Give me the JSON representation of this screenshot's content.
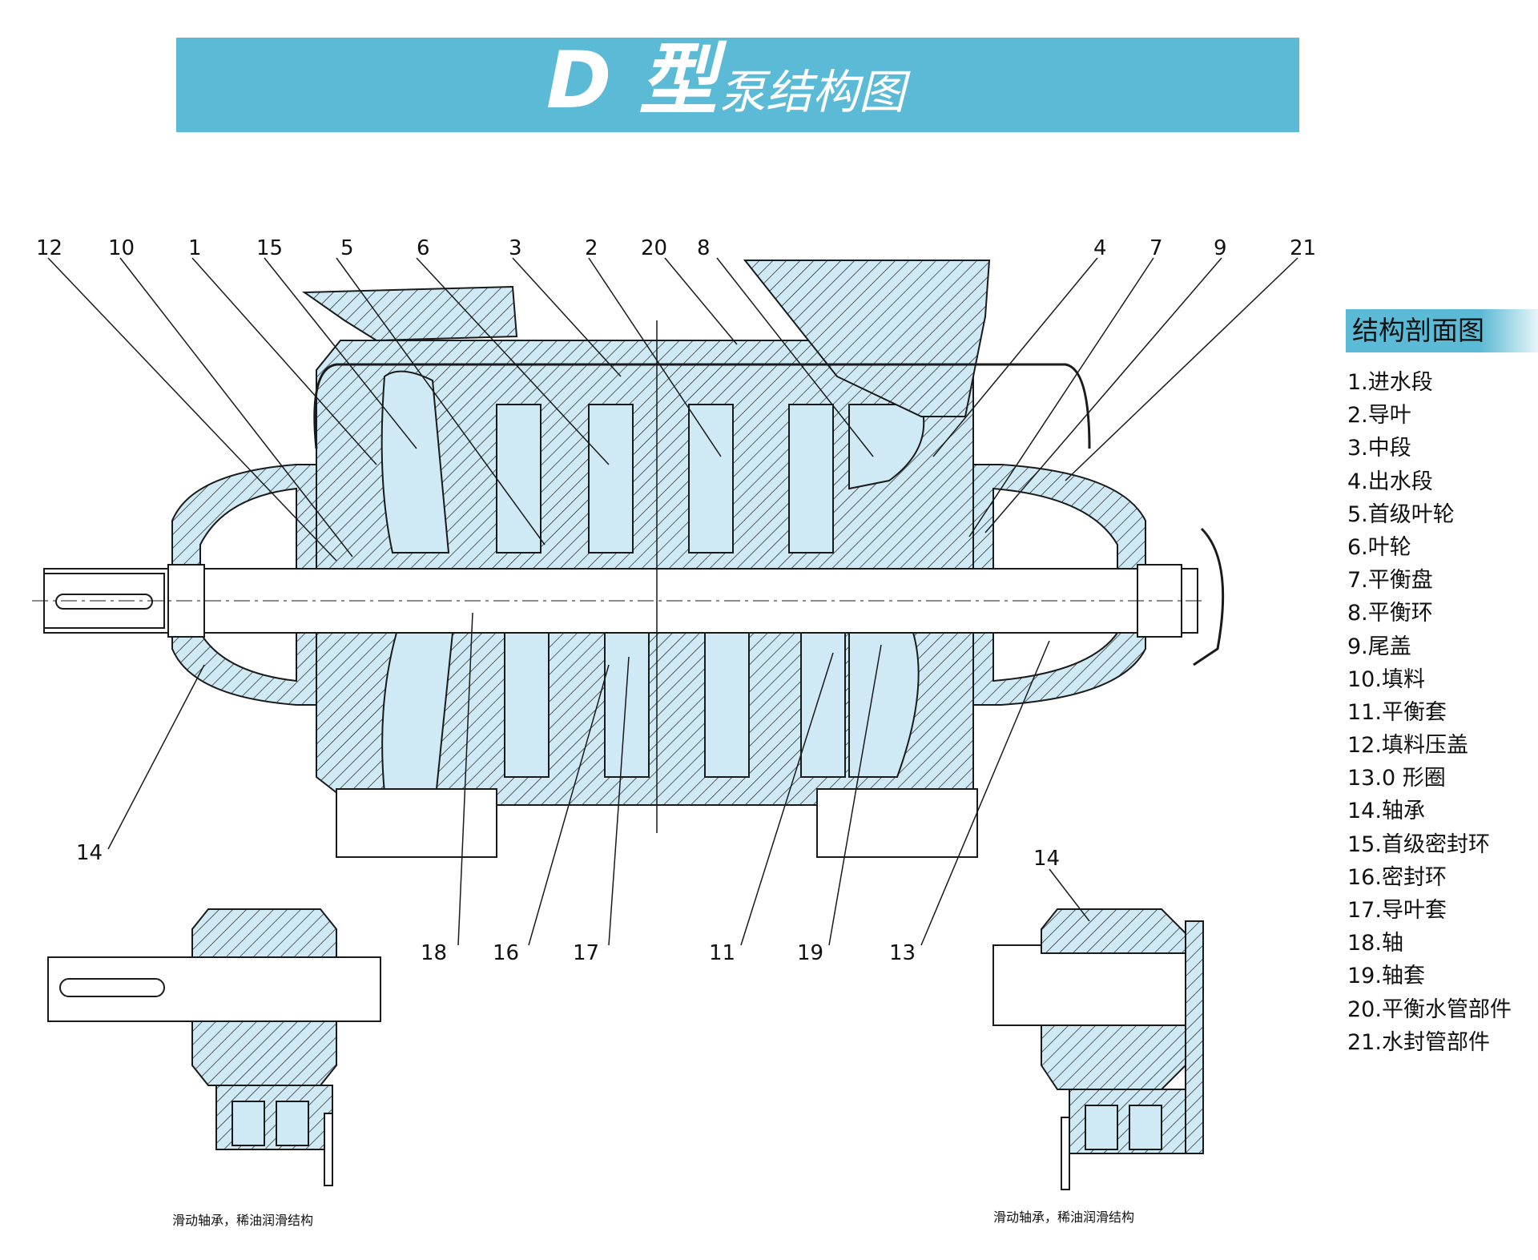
{
  "header": {
    "title_big": "D 型",
    "title_small": "泵结构图"
  },
  "legend": {
    "title": "结构剖面图",
    "items": [
      "1.进水段",
      "2.导叶",
      "3.中段",
      "4.出水段",
      "5.首级叶轮",
      "6.叶轮",
      "7.平衡盘",
      "8.平衡环",
      "9.尾盖",
      "10.填料",
      "11.平衡套",
      "12.填料压盖",
      "13.0 形圈",
      "14.轴承",
      "15.首级密封环",
      "16.密封环",
      "17.导叶套",
      "18.轴",
      "19.轴套",
      "20.平衡水管部件",
      "21.水封管部件"
    ]
  },
  "callouts": {
    "top": [
      "12",
      "10",
      "1",
      "15",
      "5",
      "6",
      "3",
      "2",
      "20",
      "8",
      "4",
      "7",
      "9",
      "21"
    ],
    "bottom": [
      "14",
      "18",
      "16",
      "17",
      "11",
      "19",
      "13"
    ],
    "detail_right": "14"
  },
  "captions": {
    "left": "滑动轴承，稀油润滑结构",
    "right": "滑动轴承，稀油润滑结构"
  },
  "colors": {
    "banner": "#5bbad5",
    "fill": "#cfeaf5",
    "line": "#1a1a1a"
  }
}
